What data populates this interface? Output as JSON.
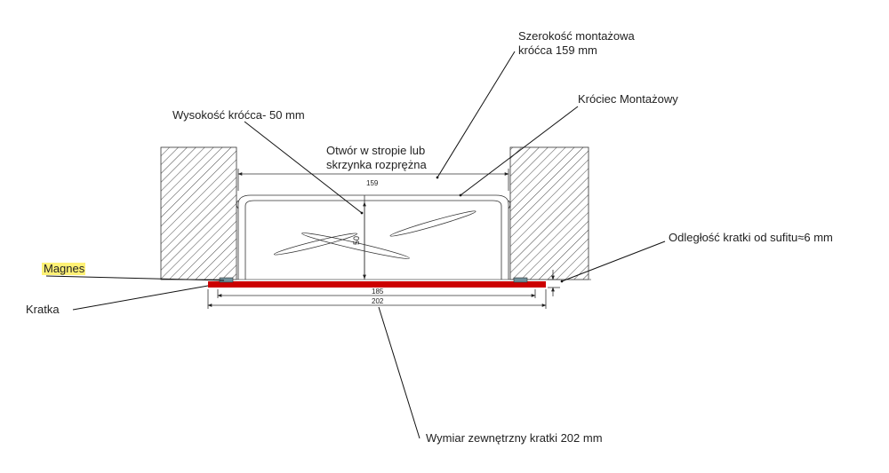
{
  "labels": {
    "szerokosc_line1": "Szerokość montażowa",
    "szerokosc_line2": "króćca 159 mm",
    "krociec": "Króciec Montażowy",
    "wysokosc": "Wysokość króćca- 50 mm",
    "otwor_line1": "Otwór w stropie lub",
    "otwor_line2": "skrzynka rozprężna",
    "odleglosc": "Odległość kratki od sufitu≈6 mm",
    "magnes": "Magnes",
    "kratka": "Kratka",
    "wymiar": "Wymiar zewnętrzny kratki 202 mm"
  },
  "dimensions": {
    "width_159": "159",
    "height_50": "50",
    "inner_185": "185",
    "outer_202": "202"
  },
  "colors": {
    "grille": "#cc0000",
    "magnet": "#6f8f9a",
    "highlight": "#fff176",
    "hatch": "#333333"
  }
}
